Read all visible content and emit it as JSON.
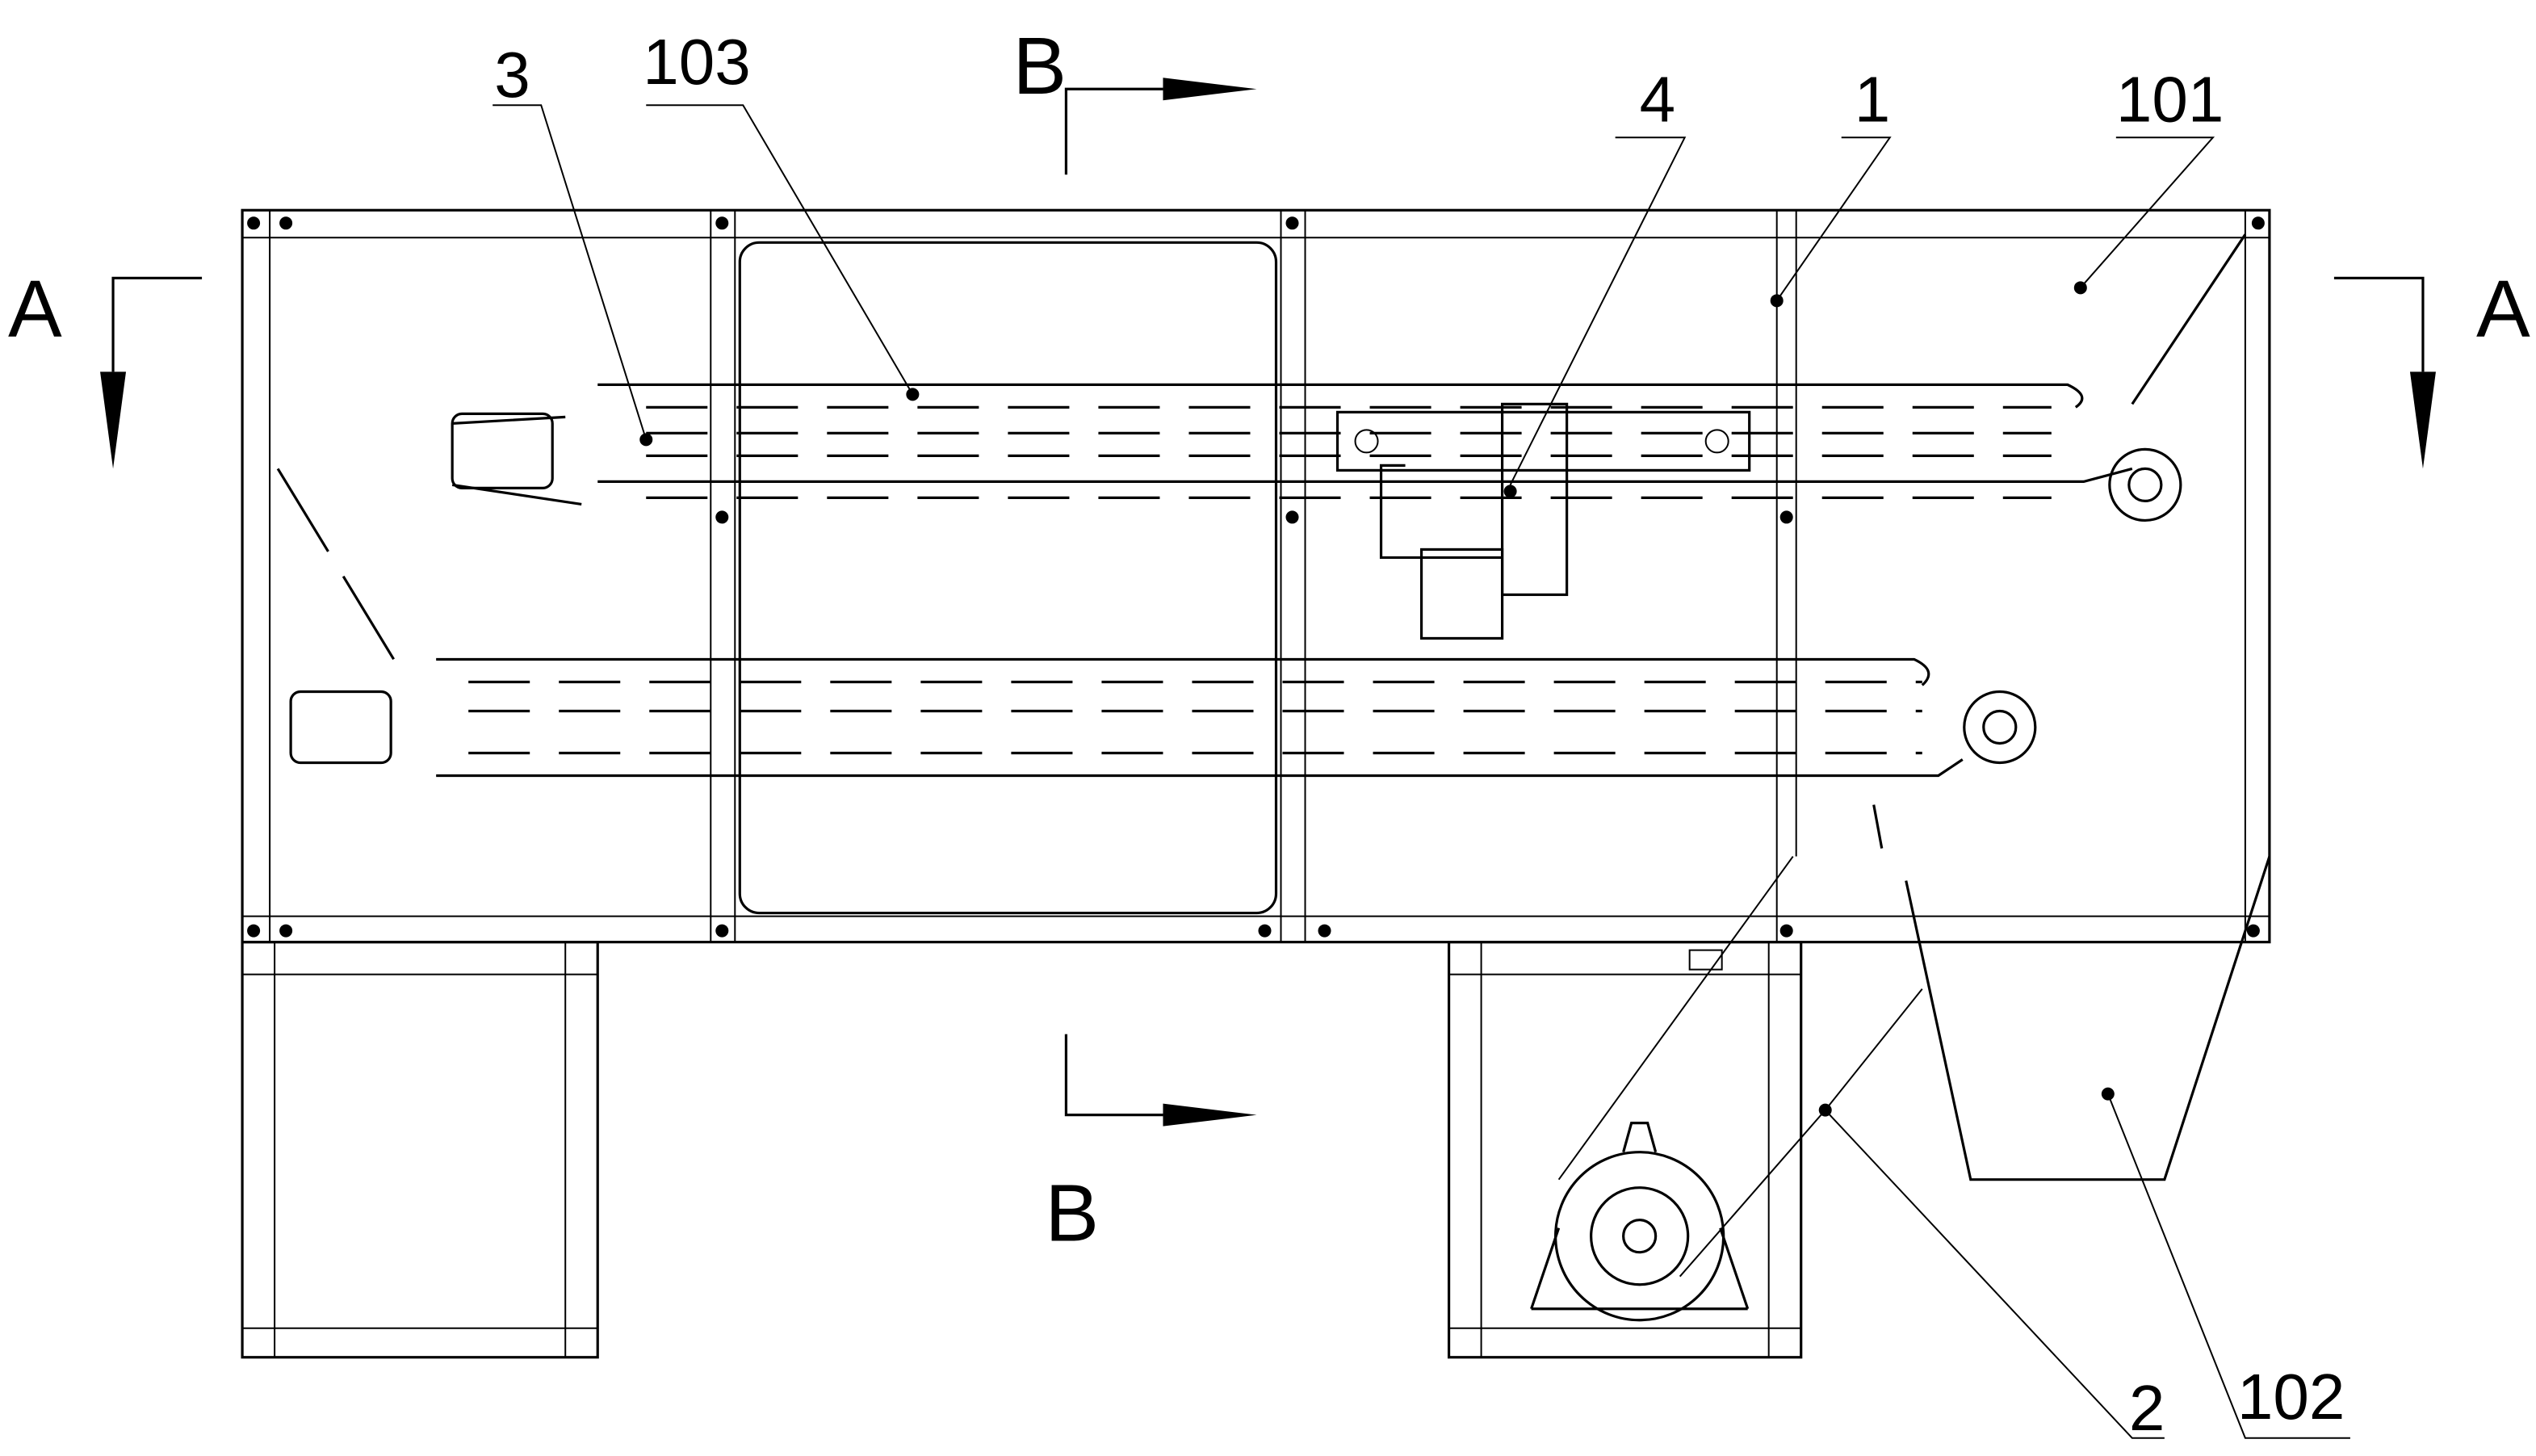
{
  "labels": {
    "l3": "3",
    "l103": "103",
    "l4": "4",
    "l1": "1",
    "l101": "101",
    "l2": "2",
    "l102": "102"
  },
  "sections": {
    "b_top": "B",
    "b_bottom": "B",
    "a_left": "A",
    "a_right": "A"
  }
}
